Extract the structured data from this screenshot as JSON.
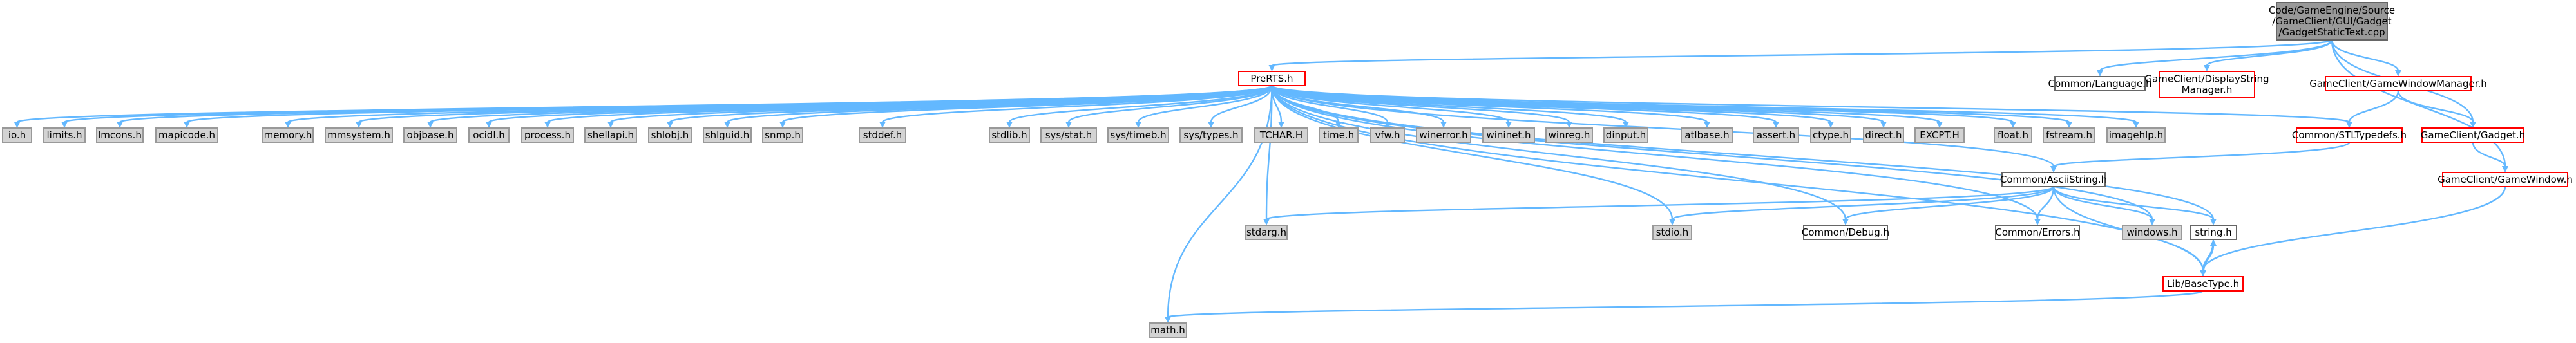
{
  "styles": {
    "edge": "#63b8ff",
    "gray_fill": "#d3d3d3",
    "gray_stroke": "#999999",
    "root_fill": "#999999",
    "root_stroke": "#666666",
    "red_stroke": "#ff0000",
    "white_stroke": "#666666",
    "text": "#000000"
  },
  "nodes": [
    {
      "id": "root",
      "kind": "root",
      "lines": [
        "Code/GameEngine/Source",
        "/GameClient/GUI/Gadget",
        "/GadgetStaticText.cpp"
      ]
    },
    {
      "id": "prerts",
      "kind": "red",
      "lines": [
        "PreRTS.h"
      ]
    },
    {
      "id": "language",
      "kind": "white",
      "lines": [
        "Common/Language.h"
      ]
    },
    {
      "id": "displaystringmgr",
      "kind": "red",
      "lines": [
        "GameClient/DisplayString",
        "Manager.h"
      ]
    },
    {
      "id": "gamewindowmgr",
      "kind": "red",
      "lines": [
        "GameClient/GameWindowManager.h"
      ]
    },
    {
      "id": "io",
      "kind": "gray",
      "lines": [
        "io.h"
      ]
    },
    {
      "id": "limits",
      "kind": "gray",
      "lines": [
        "limits.h"
      ]
    },
    {
      "id": "lmcons",
      "kind": "gray",
      "lines": [
        "lmcons.h"
      ]
    },
    {
      "id": "mapicode",
      "kind": "gray",
      "lines": [
        "mapicode.h"
      ]
    },
    {
      "id": "memory",
      "kind": "gray",
      "lines": [
        "memory.h"
      ]
    },
    {
      "id": "mmsystem",
      "kind": "gray",
      "lines": [
        "mmsystem.h"
      ]
    },
    {
      "id": "objbase",
      "kind": "gray",
      "lines": [
        "objbase.h"
      ]
    },
    {
      "id": "ocidl",
      "kind": "gray",
      "lines": [
        "ocidl.h"
      ]
    },
    {
      "id": "process",
      "kind": "gray",
      "lines": [
        "process.h"
      ]
    },
    {
      "id": "shellapi",
      "kind": "gray",
      "lines": [
        "shellapi.h"
      ]
    },
    {
      "id": "shlobj",
      "kind": "gray",
      "lines": [
        "shlobj.h"
      ]
    },
    {
      "id": "shlguid",
      "kind": "gray",
      "lines": [
        "shlguid.h"
      ]
    },
    {
      "id": "snmp",
      "kind": "gray",
      "lines": [
        "snmp.h"
      ]
    },
    {
      "id": "stddef",
      "kind": "gray",
      "lines": [
        "stddef.h"
      ]
    },
    {
      "id": "stdlib",
      "kind": "gray",
      "lines": [
        "stdlib.h"
      ]
    },
    {
      "id": "sysstat",
      "kind": "gray",
      "lines": [
        "sys/stat.h"
      ]
    },
    {
      "id": "systimeb",
      "kind": "gray",
      "lines": [
        "sys/timeb.h"
      ]
    },
    {
      "id": "systypes",
      "kind": "gray",
      "lines": [
        "sys/types.h"
      ]
    },
    {
      "id": "tchar",
      "kind": "gray",
      "lines": [
        "TCHAR.H"
      ]
    },
    {
      "id": "time",
      "kind": "gray",
      "lines": [
        "time.h"
      ]
    },
    {
      "id": "vfw",
      "kind": "gray",
      "lines": [
        "vfw.h"
      ]
    },
    {
      "id": "winerror",
      "kind": "gray",
      "lines": [
        "winerror.h"
      ]
    },
    {
      "id": "wininet",
      "kind": "gray",
      "lines": [
        "wininet.h"
      ]
    },
    {
      "id": "winreg",
      "kind": "gray",
      "lines": [
        "winreg.h"
      ]
    },
    {
      "id": "dinput",
      "kind": "gray",
      "lines": [
        "dinput.h"
      ]
    },
    {
      "id": "atlbase",
      "kind": "gray",
      "lines": [
        "atlbase.h"
      ]
    },
    {
      "id": "assert",
      "kind": "gray",
      "lines": [
        "assert.h"
      ]
    },
    {
      "id": "ctype",
      "kind": "gray",
      "lines": [
        "ctype.h"
      ]
    },
    {
      "id": "direct",
      "kind": "gray",
      "lines": [
        "direct.h"
      ]
    },
    {
      "id": "excpt",
      "kind": "gray",
      "lines": [
        "EXCPT.H"
      ]
    },
    {
      "id": "float",
      "kind": "gray",
      "lines": [
        "float.h"
      ]
    },
    {
      "id": "fstream",
      "kind": "gray",
      "lines": [
        "fstream.h"
      ]
    },
    {
      "id": "imagehlp",
      "kind": "gray",
      "lines": [
        "imagehlp.h"
      ]
    },
    {
      "id": "stltypedefs",
      "kind": "red",
      "lines": [
        "Common/STLTypedefs.h"
      ]
    },
    {
      "id": "gadget",
      "kind": "red",
      "lines": [
        "GameClient/Gadget.h"
      ]
    },
    {
      "id": "asciistring",
      "kind": "white",
      "lines": [
        "Common/AsciiString.h"
      ]
    },
    {
      "id": "gamewindow",
      "kind": "red",
      "lines": [
        "GameClient/GameWindow.h"
      ]
    },
    {
      "id": "stdarg",
      "kind": "gray",
      "lines": [
        "stdarg.h"
      ]
    },
    {
      "id": "stdio",
      "kind": "gray",
      "lines": [
        "stdio.h"
      ]
    },
    {
      "id": "debug",
      "kind": "white",
      "lines": [
        "Common/Debug.h"
      ]
    },
    {
      "id": "errors",
      "kind": "white",
      "lines": [
        "Common/Errors.h"
      ]
    },
    {
      "id": "windows",
      "kind": "gray",
      "lines": [
        "windows.h"
      ]
    },
    {
      "id": "string",
      "kind": "white",
      "lines": [
        "string.h"
      ]
    },
    {
      "id": "lib_basetype",
      "kind": "red",
      "lines": [
        "Lib/BaseType.h"
      ]
    },
    {
      "id": "math",
      "kind": "gray",
      "lines": [
        "math.h"
      ]
    }
  ],
  "edges": [
    [
      "root",
      "prerts"
    ],
    [
      "root",
      "language"
    ],
    [
      "root",
      "displaystringmgr"
    ],
    [
      "root",
      "gamewindowmgr"
    ],
    [
      "root",
      "gadget"
    ],
    [
      "root",
      "gamewindow"
    ],
    [
      "prerts",
      "io"
    ],
    [
      "prerts",
      "limits"
    ],
    [
      "prerts",
      "lmcons"
    ],
    [
      "prerts",
      "mapicode"
    ],
    [
      "prerts",
      "memory"
    ],
    [
      "prerts",
      "mmsystem"
    ],
    [
      "prerts",
      "objbase"
    ],
    [
      "prerts",
      "ocidl"
    ],
    [
      "prerts",
      "process"
    ],
    [
      "prerts",
      "shellapi"
    ],
    [
      "prerts",
      "shlobj"
    ],
    [
      "prerts",
      "shlguid"
    ],
    [
      "prerts",
      "snmp"
    ],
    [
      "prerts",
      "stddef"
    ],
    [
      "prerts",
      "stdlib"
    ],
    [
      "prerts",
      "sysstat"
    ],
    [
      "prerts",
      "systimeb"
    ],
    [
      "prerts",
      "systypes"
    ],
    [
      "prerts",
      "tchar"
    ],
    [
      "prerts",
      "time"
    ],
    [
      "prerts",
      "vfw"
    ],
    [
      "prerts",
      "winerror"
    ],
    [
      "prerts",
      "wininet"
    ],
    [
      "prerts",
      "winreg"
    ],
    [
      "prerts",
      "dinput"
    ],
    [
      "prerts",
      "atlbase"
    ],
    [
      "prerts",
      "assert"
    ],
    [
      "prerts",
      "ctype"
    ],
    [
      "prerts",
      "direct"
    ],
    [
      "prerts",
      "excpt"
    ],
    [
      "prerts",
      "float"
    ],
    [
      "prerts",
      "fstream"
    ],
    [
      "prerts",
      "imagehlp"
    ],
    [
      "prerts",
      "stltypedefs"
    ],
    [
      "prerts",
      "math"
    ],
    [
      "prerts",
      "stdarg"
    ],
    [
      "prerts",
      "stdio"
    ],
    [
      "prerts",
      "debug"
    ],
    [
      "prerts",
      "errors"
    ],
    [
      "prerts",
      "windows"
    ],
    [
      "prerts",
      "string"
    ],
    [
      "prerts",
      "lib_basetype"
    ],
    [
      "prerts",
      "asciistring"
    ],
    [
      "gamewindowmgr",
      "stltypedefs"
    ],
    [
      "gamewindowmgr",
      "gadget"
    ],
    [
      "gadget",
      "gamewindow"
    ],
    [
      "gamewindow",
      "lib_basetype"
    ],
    [
      "stltypedefs",
      "asciistring"
    ],
    [
      "asciistring",
      "stdarg"
    ],
    [
      "asciistring",
      "stdio"
    ],
    [
      "asciistring",
      "debug"
    ],
    [
      "asciistring",
      "errors"
    ],
    [
      "asciistring",
      "windows"
    ],
    [
      "asciistring",
      "string"
    ],
    [
      "asciistring",
      "lib_basetype"
    ],
    [
      "lib_basetype",
      "math"
    ],
    [
      "lib_basetype",
      "string"
    ],
    [
      "string",
      "lib_basetype"
    ]
  ]
}
